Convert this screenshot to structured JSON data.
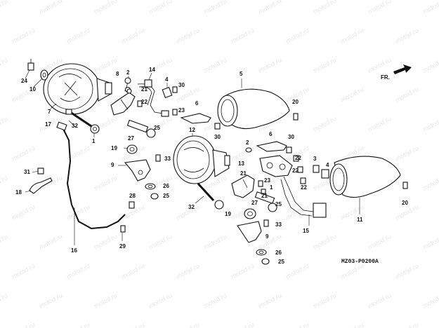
{
  "watermark": "motod.ru",
  "diagram_code": "MZ03-P0200A",
  "direction_label": "FR.",
  "part_labels": [
    {
      "id": "p24",
      "text": "24"
    },
    {
      "id": "p10",
      "text": "10"
    },
    {
      "id": "p7",
      "text": "7"
    },
    {
      "id": "p2a",
      "text": "2"
    },
    {
      "id": "p8",
      "text": "8"
    },
    {
      "id": "p14",
      "text": "14"
    },
    {
      "id": "p4",
      "text": "4"
    },
    {
      "id": "p30a",
      "text": "30"
    },
    {
      "id": "p21a",
      "text": "21"
    },
    {
      "id": "p22a",
      "text": "22"
    },
    {
      "id": "p5",
      "text": "5"
    },
    {
      "id": "p20a",
      "text": "20"
    },
    {
      "id": "p6a",
      "text": "6"
    },
    {
      "id": "p30b",
      "text": "30"
    },
    {
      "id": "p23a",
      "text": "23"
    },
    {
      "id": "p25a",
      "text": "25"
    },
    {
      "id": "p27a",
      "text": "27"
    },
    {
      "id": "p1a",
      "text": "1"
    },
    {
      "id": "p32a",
      "text": "32"
    },
    {
      "id": "p17",
      "text": "17"
    },
    {
      "id": "p19a",
      "text": "19"
    },
    {
      "id": "p9a",
      "text": "9"
    },
    {
      "id": "p33a",
      "text": "33"
    },
    {
      "id": "p31",
      "text": "31"
    },
    {
      "id": "p26a",
      "text": "26"
    },
    {
      "id": "p25b",
      "text": "25"
    },
    {
      "id": "p18",
      "text": "18"
    },
    {
      "id": "p28",
      "text": "28"
    },
    {
      "id": "p29",
      "text": "29"
    },
    {
      "id": "p16",
      "text": "16"
    },
    {
      "id": "p12",
      "text": "12"
    },
    {
      "id": "p6b",
      "text": "6"
    },
    {
      "id": "p30c",
      "text": "30"
    },
    {
      "id": "p2b",
      "text": "2"
    },
    {
      "id": "p13",
      "text": "13"
    },
    {
      "id": "p21b",
      "text": "21"
    },
    {
      "id": "p22b",
      "text": "22"
    },
    {
      "id": "p3",
      "text": "3"
    },
    {
      "id": "p22c",
      "text": "22"
    },
    {
      "id": "p22d",
      "text": "22"
    },
    {
      "id": "p4b",
      "text": "4"
    },
    {
      "id": "p23b",
      "text": "23"
    },
    {
      "id": "p21c",
      "text": "21"
    },
    {
      "id": "p27b",
      "text": "27"
    },
    {
      "id": "p1b",
      "text": "1"
    },
    {
      "id": "p25c",
      "text": "25"
    },
    {
      "id": "p33b",
      "text": "33"
    },
    {
      "id": "p32b",
      "text": "32"
    },
    {
      "id": "p19b",
      "text": "19"
    },
    {
      "id": "p9b",
      "text": "9"
    },
    {
      "id": "p15",
      "text": "15"
    },
    {
      "id": "p11",
      "text": "11"
    },
    {
      "id": "p20b",
      "text": "20"
    },
    {
      "id": "p26b",
      "text": "26"
    },
    {
      "id": "p25d",
      "text": "25"
    }
  ]
}
